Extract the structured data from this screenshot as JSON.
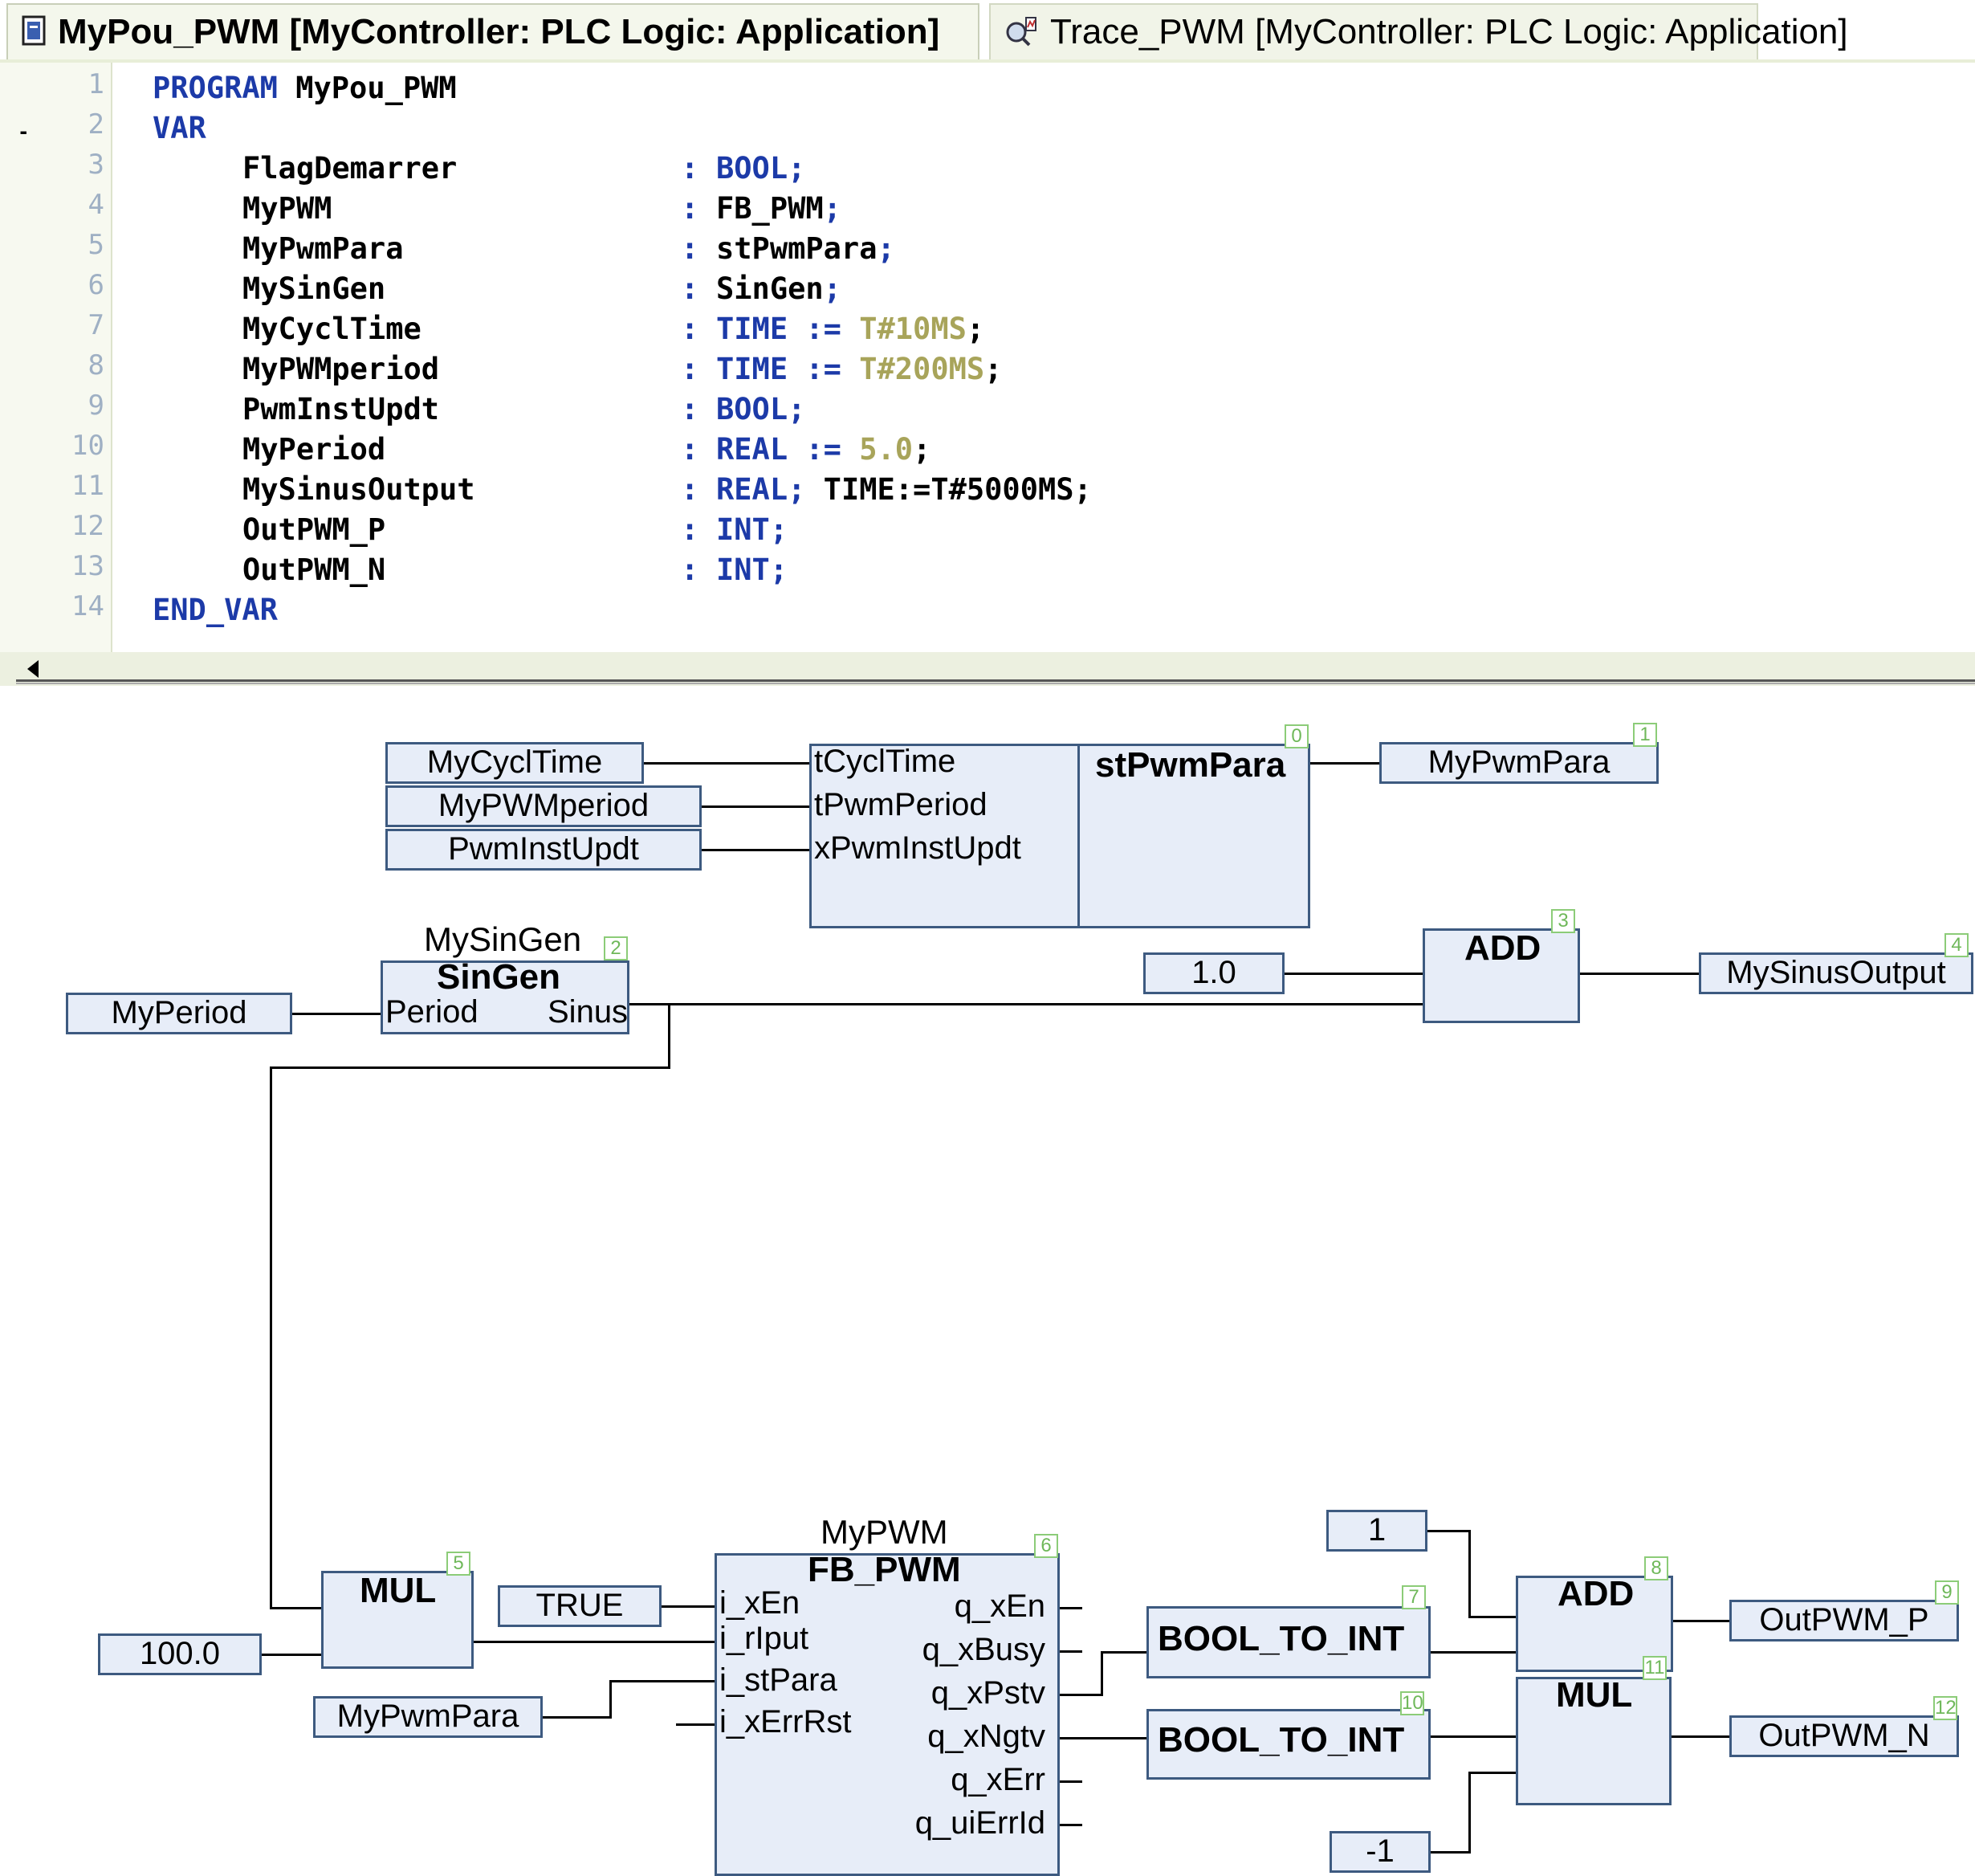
{
  "tabs": [
    {
      "label": "MyPou_PWM [MyController: PLC Logic: Application]",
      "active": true,
      "icon": "pou-icon"
    },
    {
      "label": "Trace_PWM [MyController: PLC Logic: Application]",
      "active": false,
      "icon": "trace-icon"
    }
  ],
  "editor": {
    "fold_marker": "-",
    "line_numbers": [
      "1",
      "2",
      "3",
      "4",
      "5",
      "6",
      "7",
      "8",
      "9",
      "10",
      "11",
      "12",
      "13",
      "14"
    ],
    "header": {
      "program_kw": "PROGRAM",
      "program_name": "MyPou_PWM",
      "var_kw": "VAR",
      "end_var_kw": "END_VAR"
    },
    "declarations": [
      {
        "name": "FlagDemarrer",
        "colon": ":",
        "type": "BOOL",
        "assign": "",
        "value": "",
        "tail": ";"
      },
      {
        "name": "MyPWM",
        "colon": ":",
        "type": "FB_PWM",
        "assign": "",
        "value": "",
        "tail": ";"
      },
      {
        "name": "MyPwmPara",
        "colon": ":",
        "type": "stPwmPara",
        "assign": "",
        "value": "",
        "tail": ";"
      },
      {
        "name": "MySinGen",
        "colon": ":",
        "type": "SinGen",
        "assign": "",
        "value": "",
        "tail": ";"
      },
      {
        "name": "MyCyclTime",
        "colon": ":",
        "type": "TIME",
        "assign": ":=",
        "value": "T#10MS",
        "tail": ";"
      },
      {
        "name": "MyPWMperiod",
        "colon": ":",
        "type": "TIME",
        "assign": ":=",
        "value": "T#200MS",
        "tail": ";"
      },
      {
        "name": "PwmInstUpdt",
        "colon": ":",
        "type": "BOOL",
        "assign": "",
        "value": "",
        "tail": ";"
      },
      {
        "name": "MyPeriod",
        "colon": ":",
        "type": "REAL",
        "assign": ":=",
        "value": "5.0",
        "tail": ";"
      },
      {
        "name": "MySinusOutput",
        "colon": ":",
        "type": "REAL",
        "assign": "",
        "value": "",
        "tail": "; TIME:=T#5000MS;"
      },
      {
        "name": "OutPWM_P",
        "colon": ":",
        "type": "INT",
        "assign": "",
        "value": "",
        "tail": ";"
      },
      {
        "name": "OutPWM_N",
        "colon": ":",
        "type": "INT",
        "assign": "",
        "value": "",
        "tail": ";"
      }
    ]
  },
  "fbd": {
    "vars": {
      "mycycltime": "MyCyclTime",
      "mypwmperiod": "MyPWMperiod",
      "pwminstupdt": "PwmInstUpdt",
      "mypwmpara_out": "MyPwmPara",
      "myperiod": "MyPeriod",
      "one_real": "1.0",
      "mysinusoutput": "MySinusOutput",
      "hundred": "100.0",
      "true_const": "TRUE",
      "mypwmpara_in": "MyPwmPara",
      "one_int": "1",
      "minus_one": "-1",
      "outpwm_p": "OutPWM_P",
      "outpwm_n": "OutPWM_N"
    },
    "blocks": {
      "stpwmpara": {
        "title": "stPwmPara",
        "number": "0",
        "out_number": "1",
        "inputs": [
          "tCyclTime",
          "tPwmPeriod",
          "xPwmInstUpdt"
        ]
      },
      "singen": {
        "instance": "MySinGen",
        "title": "SinGen",
        "number": "2",
        "input": "Period",
        "output": "Sinus"
      },
      "add_top": {
        "title": "ADD",
        "number": "3",
        "out_number": "4"
      },
      "mul_left": {
        "title": "MUL",
        "number": "5"
      },
      "fb_pwm": {
        "instance": "MyPWM",
        "title": "FB_PWM",
        "number": "6",
        "inputs": [
          "i_xEn",
          "i_rIput",
          "i_stPara",
          "i_xErrRst"
        ],
        "outputs": [
          "q_xEn",
          "q_xBusy",
          "q_xPstv",
          "q_xNgtv",
          "q_xErr",
          "q_uiErrId"
        ]
      },
      "b2i_top": {
        "title": "BOOL_TO_INT",
        "number": "7"
      },
      "add_right": {
        "title": "ADD",
        "number": "8",
        "out_number": "9"
      },
      "b2i_bottom": {
        "title": "BOOL_TO_INT",
        "number": "10"
      },
      "mul_right": {
        "title": "MUL",
        "number": "11",
        "out_number": "12"
      }
    }
  }
}
